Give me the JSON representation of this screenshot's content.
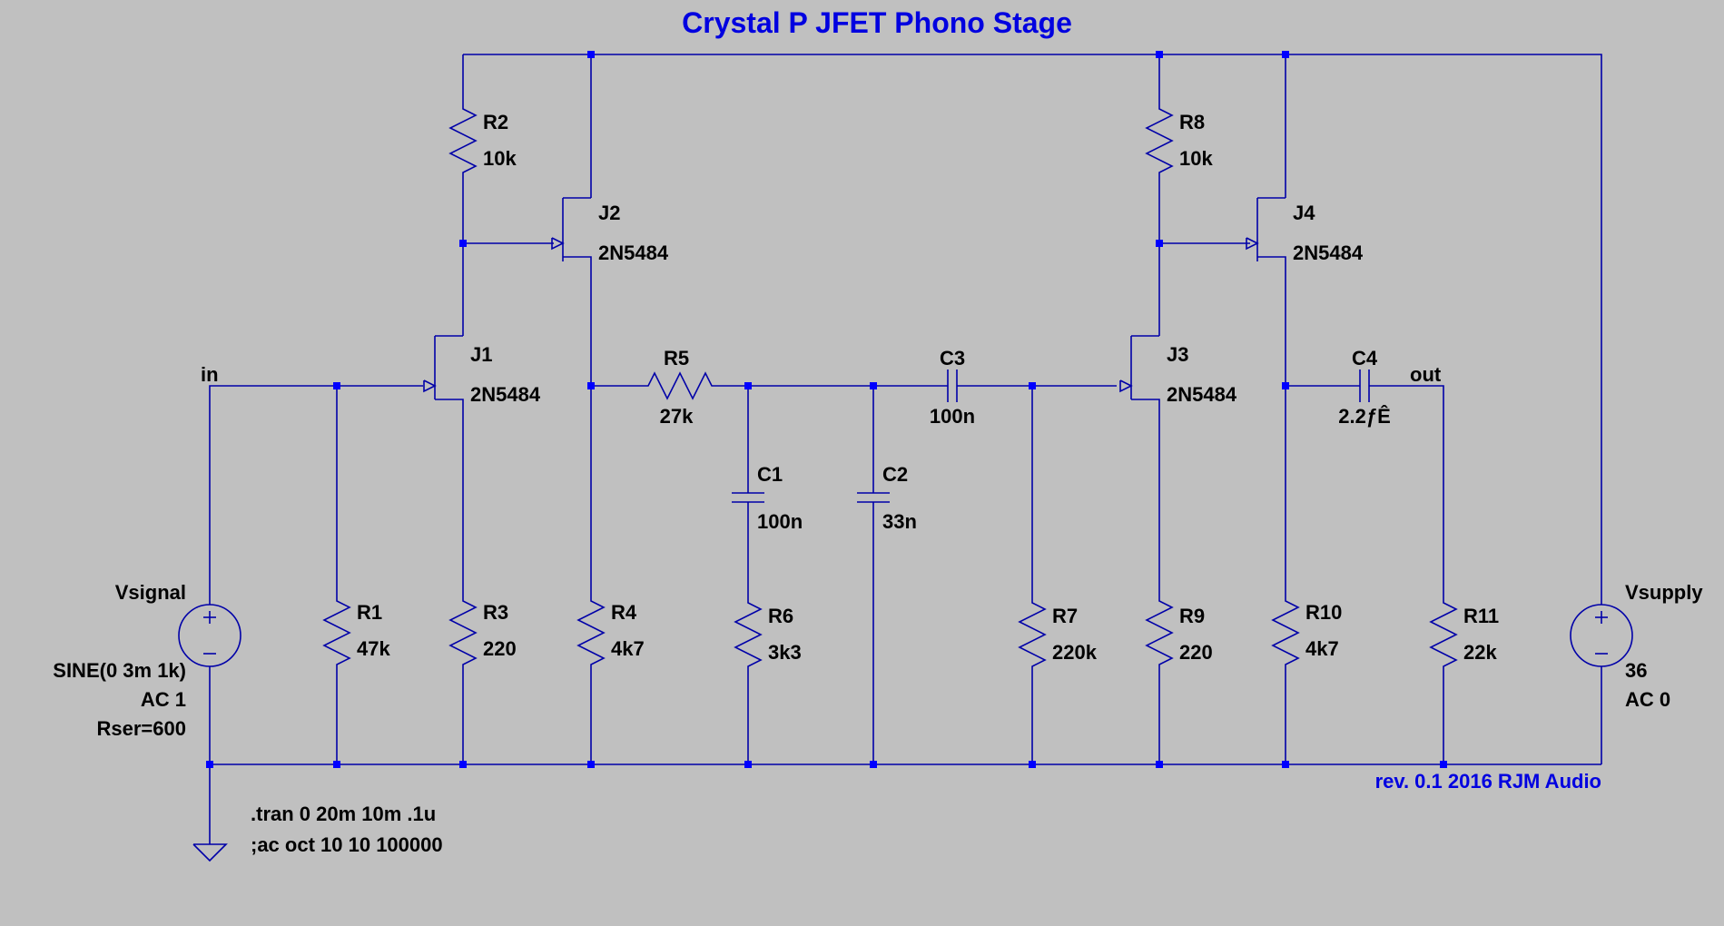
{
  "title": "Crystal P JFET Phono Stage",
  "revision": "rev. 0.1 2016 RJM Audio",
  "nets": {
    "input": "in",
    "output": "out"
  },
  "sources": {
    "vsignal": {
      "name": "Vsignal",
      "line1": "SINE(0 3m 1k)",
      "line2": "AC 1",
      "line3": "Rser=600"
    },
    "vsupply": {
      "name": "Vsupply",
      "line1": "36",
      "line2": "AC 0"
    }
  },
  "jfets": {
    "j1": {
      "name": "J1",
      "model": "2N5484"
    },
    "j2": {
      "name": "J2",
      "model": "2N5484"
    },
    "j3": {
      "name": "J3",
      "model": "2N5484"
    },
    "j4": {
      "name": "J4",
      "model": "2N5484"
    }
  },
  "resistors": {
    "r1": {
      "name": "R1",
      "value": "47k"
    },
    "r2": {
      "name": "R2",
      "value": "10k"
    },
    "r3": {
      "name": "R3",
      "value": "220"
    },
    "r4": {
      "name": "R4",
      "value": "4k7"
    },
    "r5": {
      "name": "R5",
      "value": "27k"
    },
    "r6": {
      "name": "R6",
      "value": "3k3"
    },
    "r7": {
      "name": "R7",
      "value": "220k"
    },
    "r8": {
      "name": "R8",
      "value": "10k"
    },
    "r9": {
      "name": "R9",
      "value": "220"
    },
    "r10": {
      "name": "R10",
      "value": "4k7"
    },
    "r11": {
      "name": "R11",
      "value": "22k"
    }
  },
  "capacitors": {
    "c1": {
      "name": "C1",
      "value": "100n"
    },
    "c2": {
      "name": "C2",
      "value": "33n"
    },
    "c3": {
      "name": "C3",
      "value": "100n"
    },
    "c4": {
      "name": "C4",
      "value": "2.2ƒÊ"
    }
  },
  "spice_directives": {
    "tran": ".tran 0 20m 10m .1u",
    "ac": ";ac oct 10 10 100000"
  },
  "colors": {
    "background": "#c0c0c0",
    "wire": "#0000a8",
    "node": "#0000ff",
    "title": "#0000e0",
    "label": "#000000"
  }
}
